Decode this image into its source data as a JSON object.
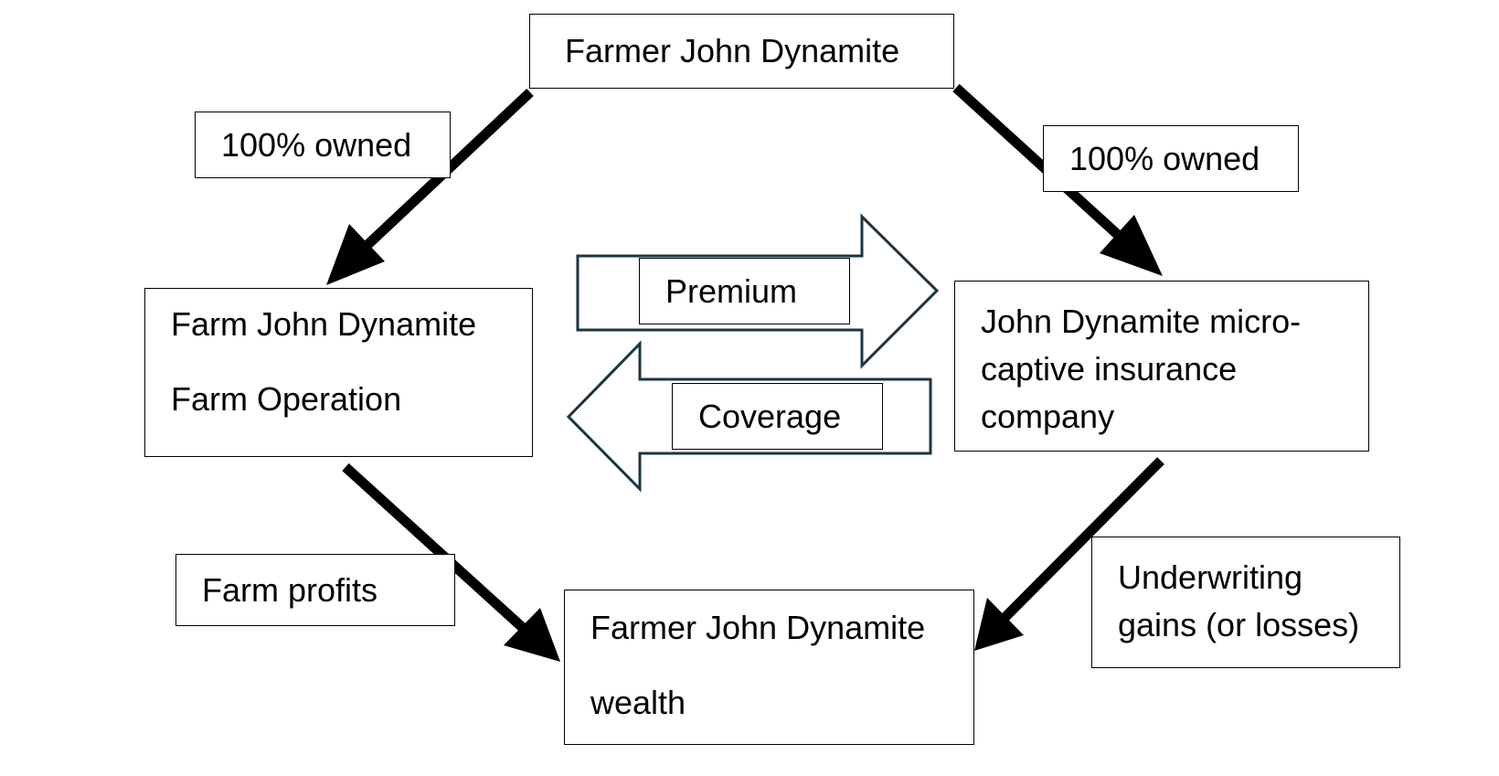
{
  "nodes": {
    "owner": {
      "text": "Farmer John Dynamite"
    },
    "farm": {
      "line1": "Farm John Dynamite",
      "line2": "Farm Operation"
    },
    "captive": {
      "line1": "John Dynamite micro-",
      "line2": "captive insurance",
      "line3": "company"
    },
    "wealth": {
      "line1": "Farmer John Dynamite",
      "line2": "wealth"
    }
  },
  "edge_labels": {
    "owned_left": "100% owned",
    "owned_right": "100% owned",
    "farm_profits": "Farm profits",
    "underwriting": {
      "line1": "Underwriting",
      "line2": "gains (or losses)"
    },
    "premium": "Premium",
    "coverage": "Coverage"
  },
  "colors": {
    "box_border": "#000000",
    "flow_arrow_outline": "#1d3442",
    "connector": "#000000"
  }
}
